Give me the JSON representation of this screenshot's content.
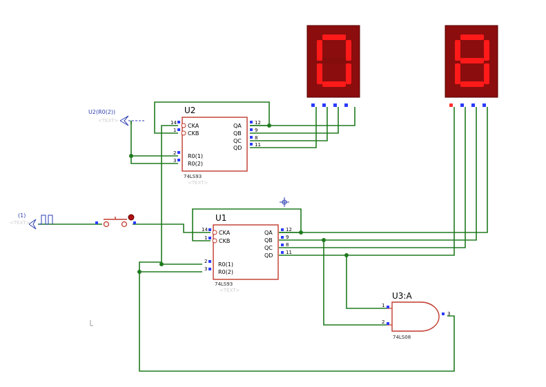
{
  "u1": {
    "ref": "U1",
    "part": "74LS93",
    "ghost": "<TEXT>",
    "pins_left": [
      {
        "num": "14",
        "name": "CKA"
      },
      {
        "num": "1",
        "name": "CKB"
      },
      {
        "num": "2",
        "name": "R0(1)"
      },
      {
        "num": "3",
        "name": "R0(2)"
      }
    ],
    "pins_right": [
      {
        "num": "12",
        "name": "QA"
      },
      {
        "num": "9",
        "name": "QB"
      },
      {
        "num": "8",
        "name": "QC"
      },
      {
        "num": "11",
        "name": "QD"
      }
    ]
  },
  "u2": {
    "ref": "U2",
    "part": "74LS93",
    "ghost": "<TEXT>",
    "pins_left": [
      {
        "num": "14",
        "name": "CKA"
      },
      {
        "num": "1",
        "name": "CKB"
      },
      {
        "num": "2",
        "name": "R0(1)"
      },
      {
        "num": "3",
        "name": "R0(2)"
      }
    ],
    "pins_right": [
      {
        "num": "12",
        "name": "QA"
      },
      {
        "num": "9",
        "name": "QB"
      },
      {
        "num": "8",
        "name": "QC"
      },
      {
        "num": "11",
        "name": "QD"
      }
    ]
  },
  "u3": {
    "ref": "U3:A",
    "part": "74LS08",
    "pin_in1": "1",
    "pin_in2": "2",
    "pin_out": "3"
  },
  "generator_top": {
    "label": "U2(R0(2))",
    "ghost": "<TEXT>"
  },
  "generator_left": {
    "label": "(1)",
    "ghost": "<TEXT>"
  },
  "displays": [
    {
      "digit": "0",
      "color": "#ff1a1a"
    },
    {
      "digit": "8",
      "color": "#ff1a1a"
    }
  ],
  "colors": {
    "wire": "#1e7a1e",
    "chip_outline": "#c0392b",
    "pin_marker": "#2a3bff",
    "display_body": "#8b0d0d"
  }
}
